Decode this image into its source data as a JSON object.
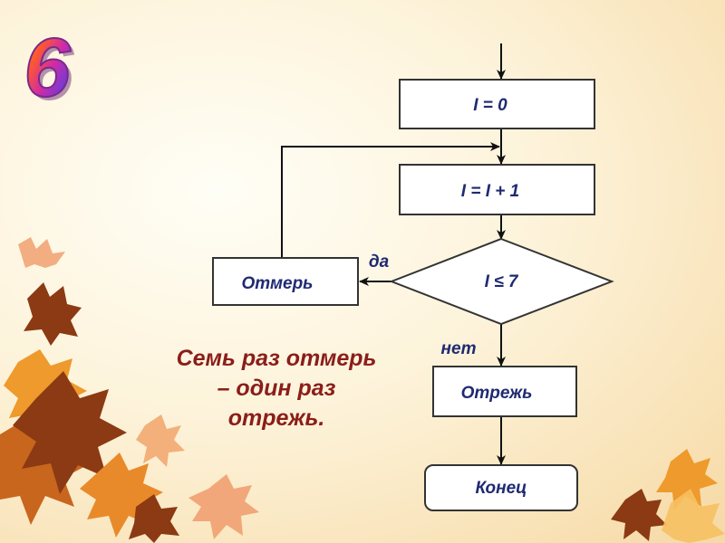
{
  "slide_number": "6",
  "flowchart": {
    "init": "I = 0",
    "increment": "I = I + 1",
    "condition": "I ≤ 7",
    "yes_label": "да",
    "no_label": "нет",
    "loop_action": "Отмерь",
    "final_action": "Отрежь",
    "end": "Конец"
  },
  "caption": {
    "line1": "Семь раз отмерь",
    "line2": "– один раз",
    "line3": "отрежь."
  },
  "colors": {
    "node_text": "#1f2a72",
    "caption_text": "#8a1e1a",
    "leaf_orange": "#e98a2a",
    "leaf_brown": "#8b3a14"
  }
}
